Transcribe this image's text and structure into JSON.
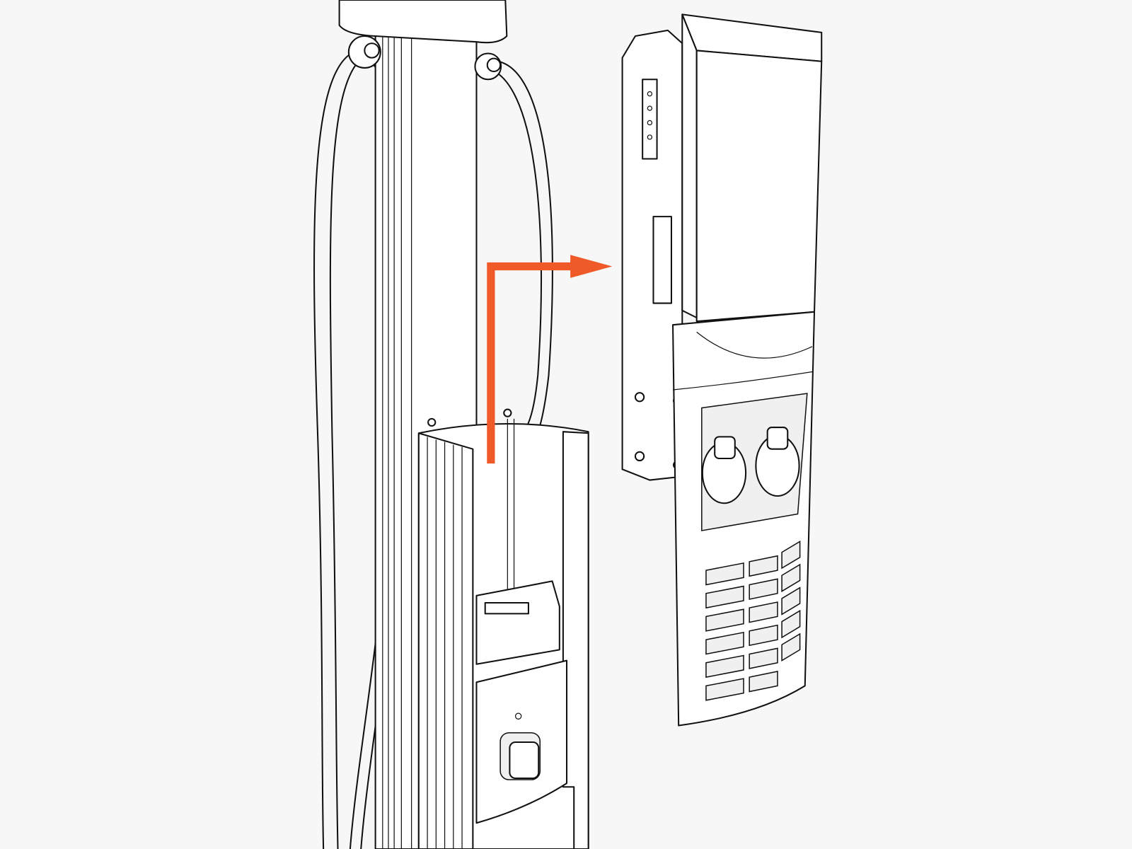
{
  "diagram": {
    "background": "#f7f7f7",
    "arrow_color": "#F05A28",
    "line_color": "#111111",
    "parts": [
      "charging-pole",
      "charging-cables",
      "lower-enclosure",
      "charger-unit",
      "direction-arrow"
    ]
  }
}
